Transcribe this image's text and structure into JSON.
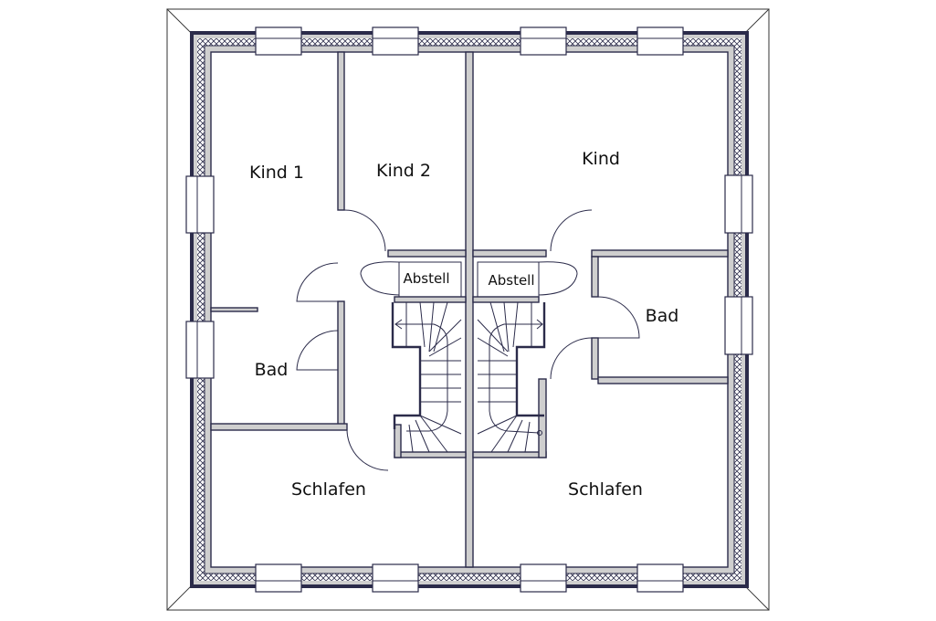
{
  "rooms": {
    "kind1": "Kind 1",
    "kind2": "Kind 2",
    "kind": "Kind",
    "abstell_left": "Abstell",
    "abstell_right": "Abstell",
    "bad_left": "Bad",
    "bad_right": "Bad",
    "schlafen_left": "Schlafen",
    "schlafen_right": "Schlafen"
  },
  "colors": {
    "wall": "#cfcfcf",
    "line": "#2b2b4a"
  }
}
